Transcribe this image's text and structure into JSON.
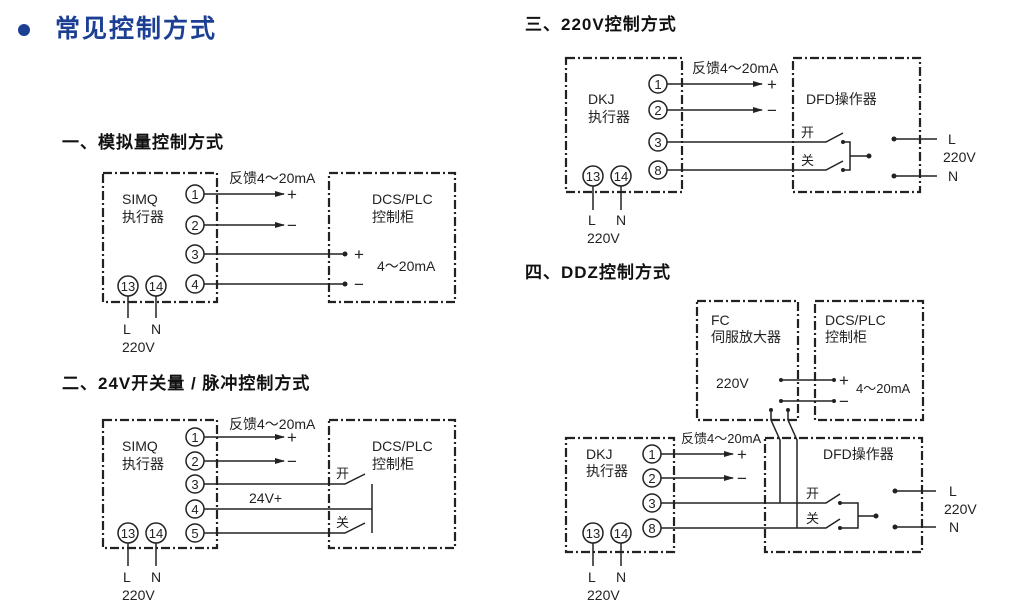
{
  "header": {
    "title": "常见控制方式",
    "bullet_color": "#1c3f94"
  },
  "common": {
    "plus": "+",
    "minus": "−",
    "open": "开",
    "close": "关",
    "L": "L",
    "N": "N",
    "v220": "220V"
  },
  "s1": {
    "title": "一、模拟量控制方式",
    "actuator": "SIMQ",
    "actuator_label": "执行器",
    "controller": "DCS/PLC",
    "controller_label": "控制柜",
    "feedback": "反馈4～20mA",
    "signal": "4～20mA",
    "terminals": [
      "1",
      "2",
      "3",
      "4",
      "13",
      "14"
    ]
  },
  "s2": {
    "title": "二、24V开关量 / 脉冲控制方式",
    "actuator": "SIMQ",
    "actuator_label": "执行器",
    "controller": "DCS/PLC",
    "controller_label": "控制柜",
    "feedback": "反馈4～20mA",
    "v24": "24V+",
    "terminals": [
      "1",
      "2",
      "3",
      "4",
      "5",
      "13",
      "14"
    ]
  },
  "s3": {
    "title": "三、220V控制方式",
    "actuator": "DKJ",
    "actuator_label": "执行器",
    "operator": "DFD操作器",
    "feedback": "反馈4～20mA",
    "terminals": [
      "1",
      "2",
      "3",
      "8",
      "13",
      "14"
    ]
  },
  "s4": {
    "title": "四、DDZ控制方式",
    "amplifier": "FC",
    "amplifier_label": "伺服放大器",
    "amp_voltage": "220V",
    "controller": "DCS/PLC",
    "controller_label": "控制柜",
    "signal": "4～20mA",
    "actuator": "DKJ",
    "actuator_label": "执行器",
    "operator": "DFD操作器",
    "feedback": "反馈4～20mA",
    "terminals": [
      "1",
      "2",
      "3",
      "8",
      "13",
      "14"
    ]
  }
}
